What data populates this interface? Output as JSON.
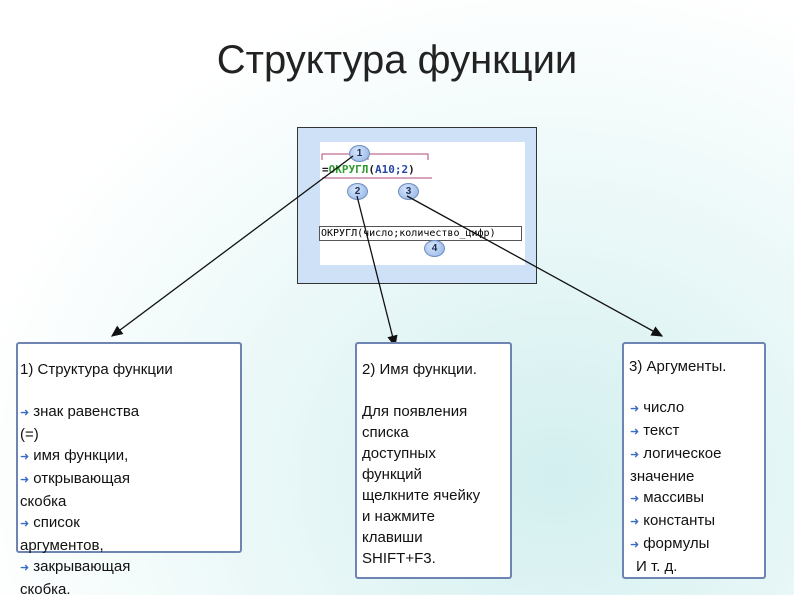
{
  "title": "Структура функции",
  "image": {
    "formula": {
      "prefix": "=",
      "function": "ОКРУГЛ",
      "open": "(",
      "args": "A10;2",
      "close": ")"
    },
    "syntax_tip": "ОКРУГЛ(число;количество_цифр)",
    "badges": [
      "1",
      "2",
      "3",
      "4"
    ]
  },
  "cards": [
    {
      "heading": "1) Структура функции",
      "items": [
        "знак равенства",
        "(=)",
        "имя функции,",
        "открывающая",
        "скобка",
        "список",
        "аргументов,",
        "закрывающая",
        "скобка."
      ]
    },
    {
      "heading": "2) Имя функции.",
      "body": [
        "Для появления",
        "списка",
        "доступных",
        "функций",
        "щелкните ячейку",
        "и нажмите",
        "клавиши",
        "SHIFT+F3."
      ]
    },
    {
      "heading": "3) Аргументы.",
      "items": [
        "число",
        "текст",
        "логическое",
        "значение",
        "массивы",
        "константы",
        "формулы",
        "И т. д."
      ]
    }
  ],
  "colors": {
    "card_border": "#6e84b2",
    "function_name": "#2e9b2e",
    "arguments": "#2748a8",
    "bullet": "#3a6cc4"
  }
}
